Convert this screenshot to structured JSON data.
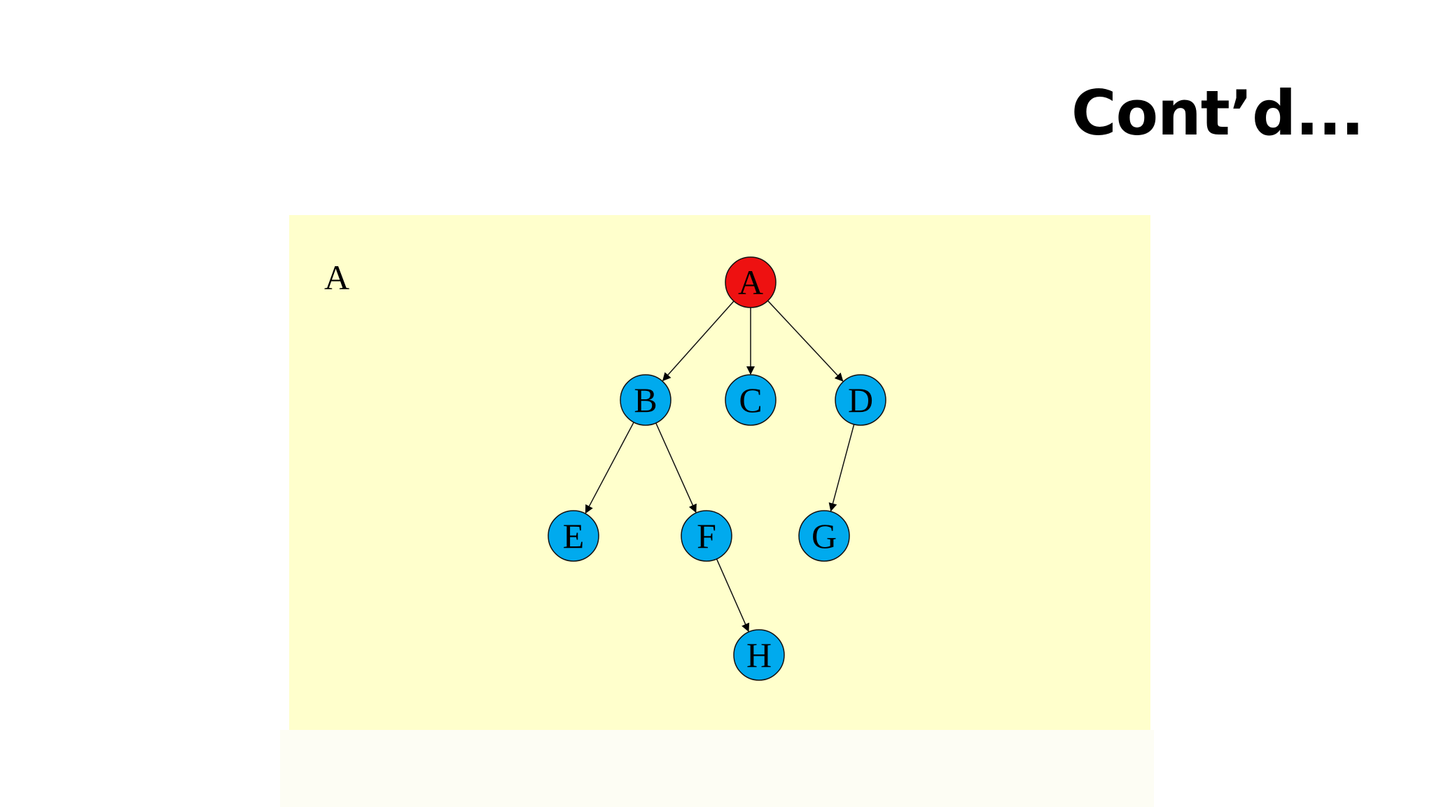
{
  "slide": {
    "title": "Cont’d..."
  },
  "diagram": {
    "caption": "A",
    "colors": {
      "panel": "#ffffcc",
      "root_fill": "#ee1111",
      "node_fill": "#00aaee",
      "stroke": "#111111"
    },
    "nodes": [
      {
        "id": "A",
        "label": "A",
        "role": "root"
      },
      {
        "id": "B",
        "label": "B",
        "role": "node"
      },
      {
        "id": "C",
        "label": "C",
        "role": "node"
      },
      {
        "id": "D",
        "label": "D",
        "role": "node"
      },
      {
        "id": "E",
        "label": "E",
        "role": "node"
      },
      {
        "id": "F",
        "label": "F",
        "role": "node"
      },
      {
        "id": "G",
        "label": "G",
        "role": "node"
      },
      {
        "id": "H",
        "label": "H",
        "role": "node"
      }
    ],
    "edges": [
      {
        "from": "A",
        "to": "B"
      },
      {
        "from": "A",
        "to": "C"
      },
      {
        "from": "A",
        "to": "D"
      },
      {
        "from": "B",
        "to": "E"
      },
      {
        "from": "B",
        "to": "F"
      },
      {
        "from": "D",
        "to": "G"
      },
      {
        "from": "F",
        "to": "H"
      }
    ]
  }
}
